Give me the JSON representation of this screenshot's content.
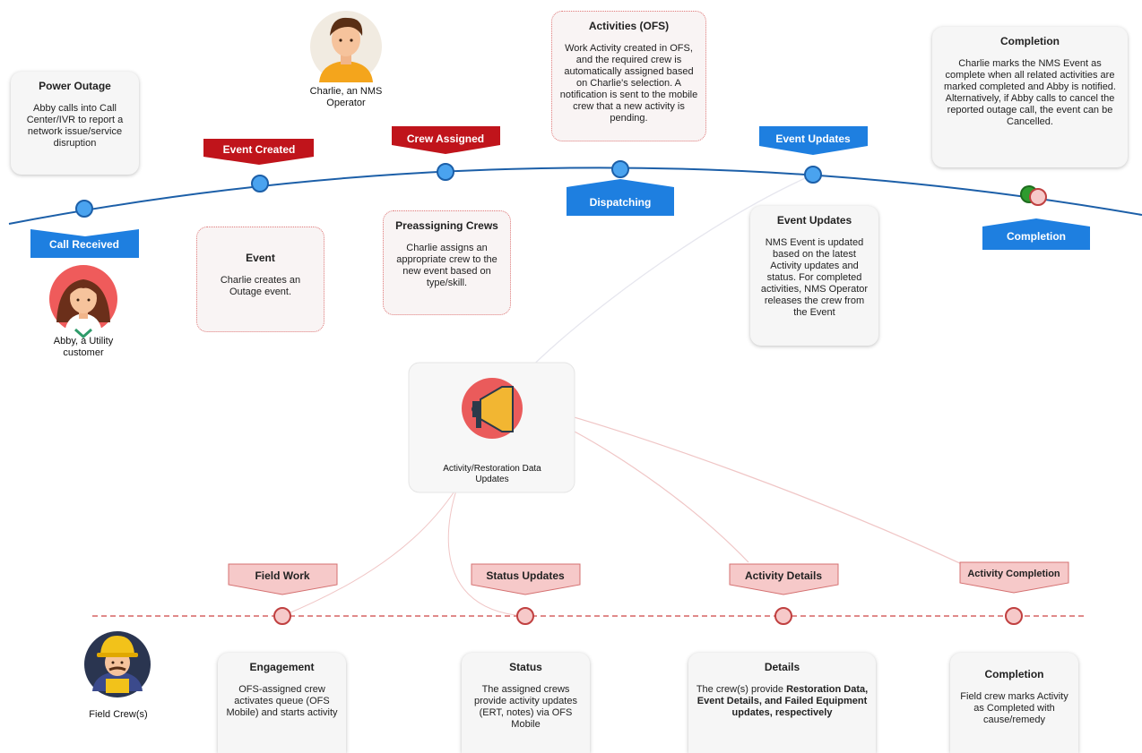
{
  "personas": {
    "charlie": "Charlie, an NMS Operator",
    "abby": "Abby, a Utility customer",
    "field_crew": "Field Crew(s)"
  },
  "top_steps": [
    {
      "label": "Call Received",
      "color": "#1e7fe0"
    },
    {
      "label": "Event Created",
      "color": "#c0141b"
    },
    {
      "label": "Crew Assigned",
      "color": "#c0141b"
    },
    {
      "label": "Dispatching",
      "color": "#1e7fe0"
    },
    {
      "label": "Event Updates",
      "color": "#1e7fe0"
    },
    {
      "label": "Completion",
      "color": "#1e7fe0"
    }
  ],
  "top_cards": {
    "power_outage": {
      "title": "Power Outage",
      "body": "Abby calls into Call Center/IVR to report a network issue/service disruption"
    },
    "event": {
      "title": "Event",
      "body": "Charlie creates an Outage event."
    },
    "preassigning": {
      "title": "Preassigning Crews",
      "body": "Charlie assigns an appropriate crew to the new event based on type/skill."
    },
    "activities": {
      "title": "Activities (OFS)",
      "body": "Work Activity created in OFS, and the required crew is automatically assigned based on Charlie's selection. A notification is sent to the mobile crew that a new activity is pending."
    },
    "event_updates": {
      "title": "Event Updates",
      "body": "NMS Event is updated based on the latest Activity updates and status. For completed activities, NMS Operator releases the crew from the Event"
    },
    "completion": {
      "title": "Completion",
      "body": "Charlie marks the NMS Event as complete when all related activities are marked completed and Abby is notified. Alternatively, if Abby calls to cancel the reported outage call, the event can be Cancelled."
    }
  },
  "center": {
    "label": "Activity/Restoration Data Updates",
    "icon": "megaphone-icon"
  },
  "bottom_steps": [
    {
      "label": "Field Work"
    },
    {
      "label": "Status Updates"
    },
    {
      "label": "Activity Details"
    },
    {
      "label": "Activity Completion"
    }
  ],
  "bottom_cards": {
    "engagement": {
      "title": "Engagement",
      "body": "OFS-assigned crew activates queue (OFS Mobile) and starts activity"
    },
    "status": {
      "title": "Status",
      "body": "The assigned crews provide activity updates (ERT, notes) via OFS Mobile"
    },
    "details": {
      "title": "Details",
      "body_prefix": "The crew(s) provide ",
      "body_bold": "Restoration Data, Event Details, and Failed Equipment updates, respectively"
    },
    "completion": {
      "title": "Completion",
      "body": "Field crew marks Activity as Completed with cause/remedy"
    }
  },
  "colors": {
    "timeline_blue": "#1c5fa8",
    "node_blue": "#4aa3ef",
    "banner_blue": "#1e7fe0",
    "banner_red": "#c0141b",
    "pink_fill": "#f6c9c9",
    "pink_stroke": "#d47070",
    "dashed_line": "#e08a8a"
  }
}
